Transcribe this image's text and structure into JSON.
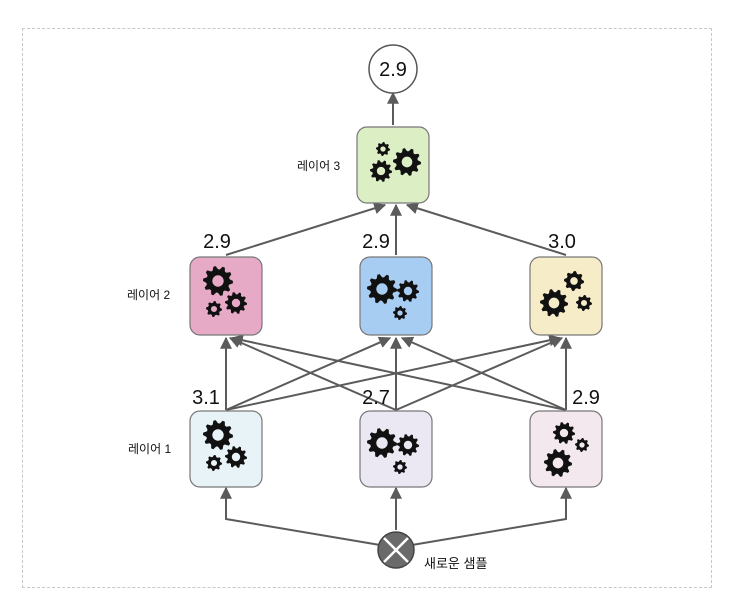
{
  "output": {
    "value": "2.9"
  },
  "layer3": {
    "label": "레이어 3",
    "color": "#dceec4"
  },
  "layer2": {
    "label": "레이어 2",
    "nodes": [
      {
        "value": "2.9",
        "color": "#e6a9c6"
      },
      {
        "value": "2.9",
        "color": "#a8cdf2"
      },
      {
        "value": "3.0",
        "color": "#f6ecc8"
      }
    ]
  },
  "layer1": {
    "label": "레이어 1",
    "nodes": [
      {
        "value": "3.1",
        "color": "#e7f3f7"
      },
      {
        "value": "2.7",
        "color": "#ece8f3"
      },
      {
        "value": "2.9",
        "color": "#f3e8ee"
      }
    ]
  },
  "input": {
    "label": "새로운 샘플"
  },
  "icons": {
    "node_icon": "gears-icon",
    "input_icon": "x-circle-icon"
  },
  "colors": {
    "edge": "#5b5b5b",
    "gear": "#111111",
    "node_border": "#777777"
  }
}
